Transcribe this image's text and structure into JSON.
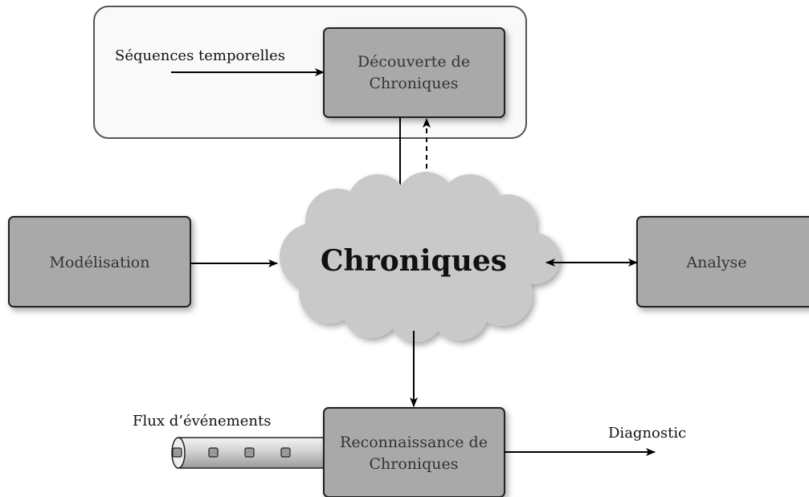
{
  "discovery_group": {
    "input_label": "Séquences temporelles",
    "discovery_box": {
      "line1": "Découverte de",
      "line2": "Chroniques"
    }
  },
  "center": {
    "label": "Chroniques"
  },
  "modeling_box": {
    "label": "Modélisation"
  },
  "analysis_box": {
    "label": "Analyse"
  },
  "recognition_box": {
    "line1": "Reconnaissance de",
    "line2": "Chroniques"
  },
  "event_stream": {
    "label": "Flux d’événements"
  },
  "output": {
    "label": "Diagnostic"
  }
}
